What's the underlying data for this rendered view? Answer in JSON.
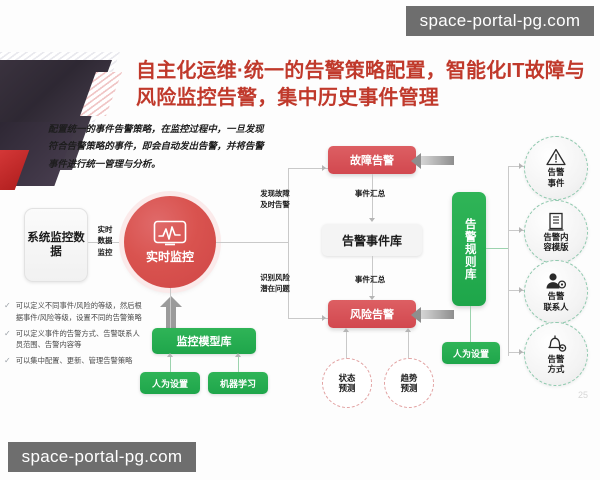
{
  "slide": {
    "title": "自主化运维·统一的告警策略配置，智能化IT故障与风险监控告警，集中历史事件管理",
    "intro": "配置统一的事件告警策略，在监控过程中，一旦发现符合告警策略的事件，即会自动发出告警，并将告警事件进行统一管理与分析。",
    "page_number": "25"
  },
  "bullets": [
    {
      "mark": "✓",
      "text": "可以定义不同事件/风险的等级，然后根据事件/风险等级，设置不同的告警策略"
    },
    {
      "mark": "✓",
      "text": "可以定义事件的告警方式、告警联系人员范围、告警内容等"
    },
    {
      "mark": "✓",
      "text": "可以集中配置、更新、管理告警策略"
    }
  ],
  "diagram": {
    "source_box": "系统监控数据",
    "source_link_label": "实时\n数据\n监控",
    "monitor_circle": {
      "label": "实时监控",
      "icon": "monitor-chart-icon"
    },
    "branch_labels": {
      "top": "发现故障\n及时告警",
      "bottom": "识别风险\n潜在问题"
    },
    "fault_alarm": "故障告警",
    "risk_alarm": "风险告警",
    "event_library": "告警事件库",
    "summary_label_top": "事件汇总",
    "summary_label_bottom": "事件汇总",
    "rule_library": "告警规则库",
    "model_library": "监控模型库",
    "model_inputs": [
      "人为设置",
      "机器学习"
    ],
    "rule_input": "人为设置",
    "predictions": [
      {
        "label": "状态\n预测"
      },
      {
        "label": "趋势\n预测"
      }
    ],
    "alarm_settings": [
      {
        "label": "告警\n事件",
        "icon": "warning-triangle-icon"
      },
      {
        "label": "告警内\n容模版",
        "icon": "document-icon"
      },
      {
        "label": "告警\n联系人",
        "icon": "user-gear-icon"
      },
      {
        "label": "告警\n方式",
        "icon": "bell-gear-icon"
      }
    ]
  },
  "watermarks": {
    "top": "space-portal-pg.com",
    "bottom": "space-portal-pg.com"
  },
  "colors": {
    "title_red": "#c0392b",
    "alarm_red": "#d2484f",
    "rule_green": "#1ea64a",
    "watermark_bg": "#6e6e6e"
  }
}
